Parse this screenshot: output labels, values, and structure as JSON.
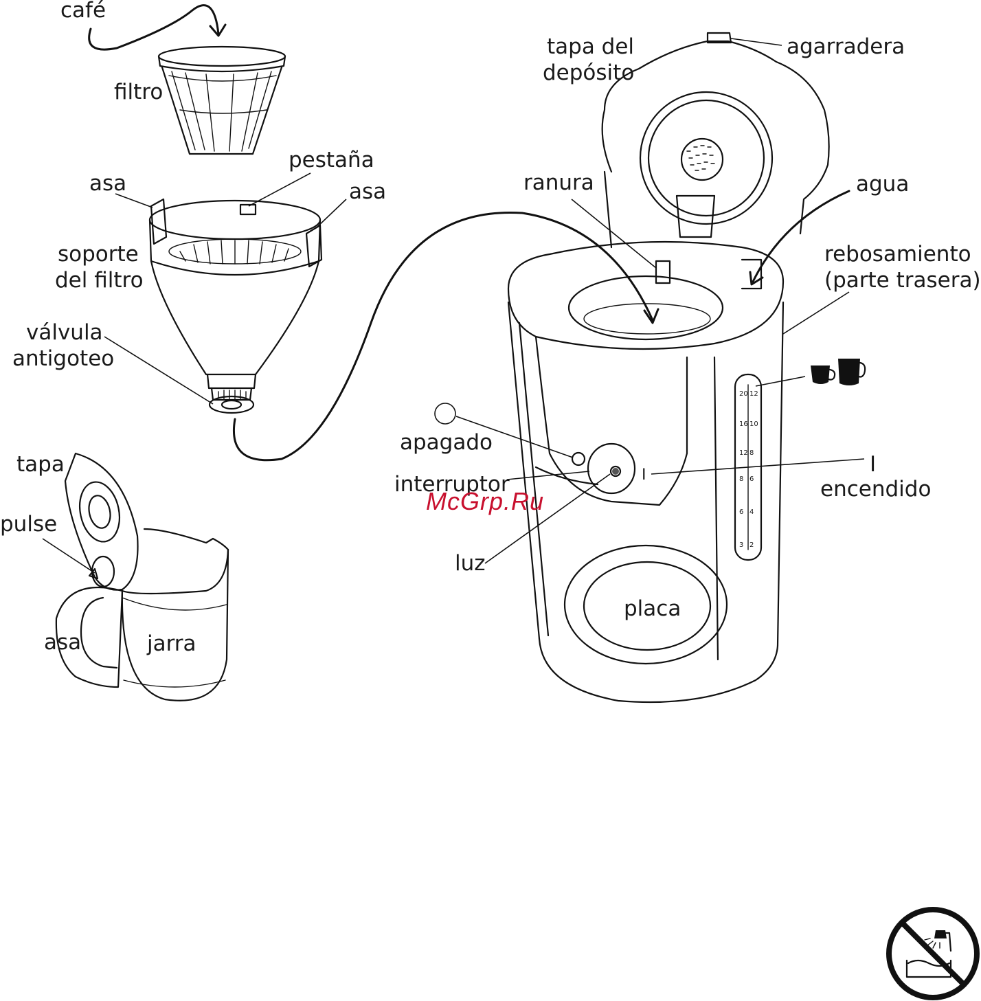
{
  "labels": {
    "cafe": "café",
    "filtro": "filtro",
    "pestana": "pestaña",
    "asa_left": "asa",
    "asa_right": "asa",
    "soporte_1": "soporte",
    "soporte_2": "del filtro",
    "valvula_1": "válvula",
    "valvula_2": "antigoteo",
    "tapa": "tapa",
    "pulse": "pulse",
    "asa_jarra": "asa",
    "jarra": "jarra",
    "tapa_dep_1": "tapa del",
    "tapa_dep_2": "depósito",
    "agarradera": "agarradera",
    "ranura": "ranura",
    "agua": "agua",
    "rebos_1": "rebosamiento",
    "rebos_2": "(parte trasera)",
    "apagado": "apagado",
    "interruptor": "interruptor",
    "luz": "luz",
    "encendido": "encendido",
    "encendido_symbol": "I",
    "switch_symbol": "I",
    "placa": "placa"
  },
  "water_scale": {
    "left": [
      "20",
      "16",
      "12",
      "8",
      "6",
      "3"
    ],
    "right": [
      "12",
      "10",
      "8",
      "6",
      "4",
      "2"
    ]
  },
  "watermark": "McGrp.Ru",
  "icons": [
    "small-cup-icon",
    "large-cup-icon",
    "no-immersion-icon"
  ]
}
